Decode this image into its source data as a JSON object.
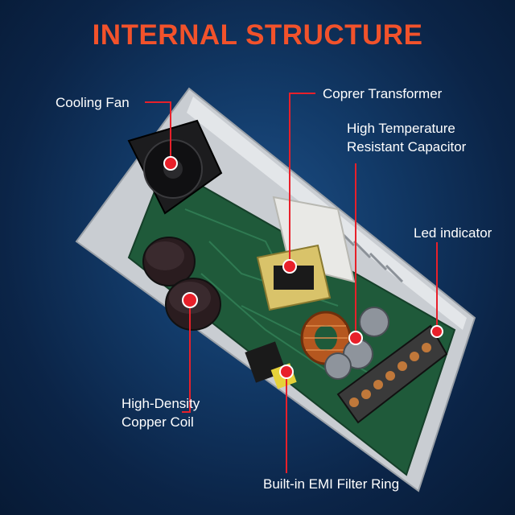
{
  "title": "INTERNAL STRUCTURE",
  "labels": {
    "cooling_fan": "Cooling Fan",
    "copper_transformer": "Coprer Transformer",
    "capacitor_line1": "High Temperature",
    "capacitor_line2": "Resistant Capacitor",
    "led_indicator": "Led indicator",
    "coil_line1": "High-Density",
    "coil_line2": "Copper Coil",
    "emi_filter": "Built-in EMI Filter Ring"
  },
  "colors": {
    "title": "#f2522b",
    "callout": "#e8202a",
    "background": "#123a68",
    "pcb": "#1f5a3a"
  }
}
